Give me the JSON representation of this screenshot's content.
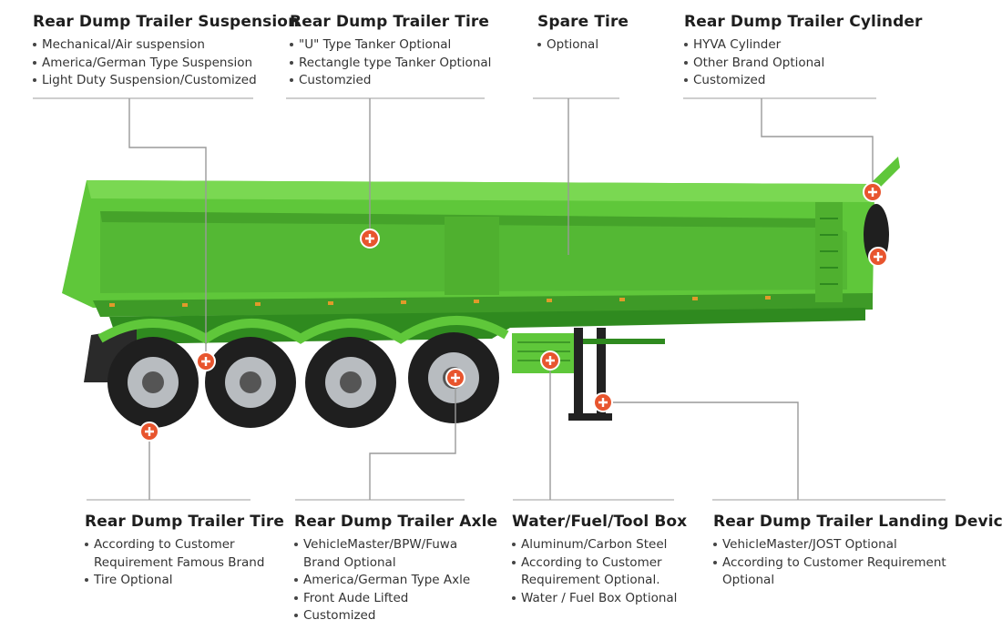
{
  "callouts": {
    "suspension": {
      "title": "Rear Dump Trailer Suspension",
      "items": [
        "Mechanical/Air suspension",
        "America/German Type Suspension",
        "Light Duty Suspension/Customized"
      ]
    },
    "tire_top": {
      "title": "Rear Dump Trailer Tire",
      "items": [
        "\"U\" Type Tanker Optional",
        "Rectangle type Tanker Optional",
        "Customzied"
      ]
    },
    "spare_tire": {
      "title": "Spare Tire",
      "items": [
        "Optional"
      ]
    },
    "cylinder": {
      "title": "Rear Dump Trailer Cylinder",
      "items": [
        "HYVA Cylinder",
        "Other Brand Optional",
        "Customized"
      ]
    },
    "tire_bottom": {
      "title": "Rear Dump Trailer Tire",
      "items": [
        "According to Customer Requirement Famous Brand",
        "Tire Optional"
      ]
    },
    "axle": {
      "title": "Rear Dump Trailer Axle",
      "items": [
        "VehicleMaster/BPW/Fuwa Brand Optional",
        "America/German Type Axle",
        "Front Aude Lifted",
        "Customized"
      ]
    },
    "toolbox": {
      "title": "Water/Fuel/Tool Box",
      "items": [
        "Aluminum/Carbon Steel",
        "According to Customer Requirement Optional.",
        "Water / Fuel Box Optional"
      ]
    },
    "landing": {
      "title": "Rear Dump Trailer Landing Device",
      "items": [
        "VehicleMaster/JOST Optional",
        "According to Customer Requirement Optional"
      ]
    }
  },
  "colors": {
    "body_green": "#5fc73a",
    "body_dark": "#3e9a27",
    "body_light": "#7ad852",
    "marker": "#e8552e",
    "leader_line": "#9a9a9a",
    "tire": "#1f1f1f",
    "hub": "#b8bcc0"
  },
  "icons": {
    "marker": "plus-circle-icon"
  }
}
